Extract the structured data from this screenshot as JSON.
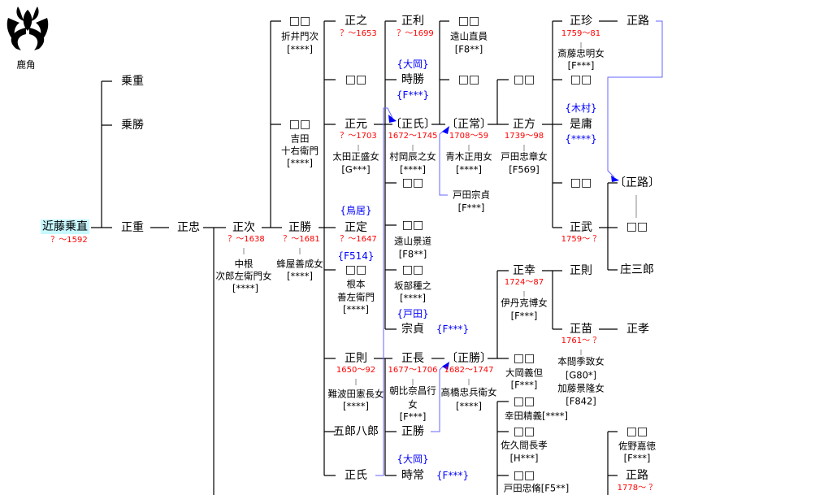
{
  "crest": {
    "label": "鹿角"
  },
  "colors": {
    "date": "#ff0000",
    "note": "#0000ff",
    "link": "#6666ff",
    "root_bg": "#c8f8ff"
  },
  "people": {
    "root": {
      "name": "近藤乗直",
      "dates": "？～1592"
    },
    "norishige": {
      "name": "乗重"
    },
    "norikatsu": {
      "name": "乗勝"
    },
    "masashige": {
      "name": "正重"
    },
    "masatada": {
      "name": "正忠"
    },
    "masatsugu": {
      "name": "正次",
      "dates": "？～1638",
      "spouse": [
        "中根",
        "次郎左衛門女",
        "[****]"
      ]
    },
    "unknown_orii": {
      "name": "□□",
      "spouse": [
        "折井門次",
        "[****]"
      ]
    },
    "unknown_yoshida": {
      "name": "□□",
      "spouse": [
        "吉田",
        "十右衛門",
        "[****]"
      ]
    },
    "masakatsu": {
      "name": "正勝",
      "dates": "？～1681",
      "spouse": [
        "蜂屋善成女",
        "[****]"
      ]
    },
    "masayuki": {
      "name": "正之",
      "dates": "？～1653"
    },
    "unknown_c3": {
      "name": "□□"
    },
    "masamoto": {
      "name": "正元",
      "dates": "？～1703",
      "spouse": [
        "太田正盛女",
        "[G***]"
      ]
    },
    "masasada": {
      "name": "正定",
      "note": "{鳥居}",
      "dates": "？～1647"
    },
    "unknown_nemoto": {
      "name": "□□",
      "note": "{F514}",
      "spouse": [
        "根本",
        "善左衛門",
        "[****]"
      ]
    },
    "masanori": {
      "name": "正則",
      "dates": "1650～92",
      "spouse": [
        "難波田憲長女",
        "[****]"
      ]
    },
    "gorohachiro": {
      "name": "五郎八郎"
    },
    "masauji_b": {
      "name": "正氏"
    },
    "masatoshi": {
      "name": "正利",
      "dates": "？～1699"
    },
    "tokikatsu": {
      "name": "時勝",
      "note": "{大岡}",
      "code": "{F***}"
    },
    "masauji": {
      "name": "〔正氏〕",
      "dates": "1672～1745",
      "spouse": [
        "村岡辰之女",
        "[****]"
      ]
    },
    "unknown_c4a": {
      "name": "□□"
    },
    "unknown_tooyama": {
      "name": "□□",
      "spouse": [
        "遠山景道",
        "[F8**]"
      ]
    },
    "unknown_sakabe": {
      "name": "□□",
      "spouse": [
        "坂部種之",
        "[****]"
      ]
    },
    "munesada": {
      "name": "宗貞",
      "note": "{戸田}",
      "code": "{F***}"
    },
    "masanaga": {
      "name": "正長",
      "dates": "1677～1706",
      "spouse": [
        "朝比奈昌行",
        "女",
        "[F***]"
      ]
    },
    "masakatsu_b": {
      "name": "正勝"
    },
    "tokitsune": {
      "name": "時常",
      "note": "{大岡}",
      "code": "{F***}"
    },
    "unknown_tooyama2": {
      "name": "□□",
      "spouse": [
        "遠山直員",
        "[F8**]"
      ]
    },
    "unknown_c5a": {
      "name": "□□"
    },
    "masatsune": {
      "name": "〔正常〕",
      "dates": "1708～59",
      "spouse": [
        "青木正用女",
        "[****]"
      ]
    },
    "toda_munesada": {
      "name": "戸田宗貞",
      "code": "[F***]"
    },
    "masakatsu_c": {
      "name": "〔正勝〕",
      "dates": "1682～1747",
      "spouse": [
        "高橋忠兵衛女",
        "[****]"
      ]
    },
    "unknown_c6a": {
      "name": "□□"
    },
    "masakata": {
      "name": "正方",
      "dates": "1739～98",
      "spouse": [
        "戸田忠章女",
        "[F569]"
      ]
    },
    "masayuki_b": {
      "name": "正幸",
      "dates": "1724～87",
      "spouse": [
        "伊丹克博女",
        "[F***]"
      ]
    },
    "unknown_ooka": {
      "name": "□□",
      "spouse": [
        "大岡義但",
        "[F***]"
      ]
    },
    "unknown_koda": {
      "name": "□□",
      "spouse": [
        "幸田精義[****]"
      ]
    },
    "unknown_sakuma": {
      "name": "□□",
      "spouse": [
        "佐久間長孝",
        "[H***]"
      ]
    },
    "unknown_toda": {
      "name": "□□",
      "spouse": [
        "戸田忠脩[F5**]"
      ]
    },
    "masayoshi": {
      "name": "正珍",
      "dates": "1759～81",
      "spouse": [
        "斎藤忠明女",
        "[F***]"
      ]
    },
    "unknown_c7a": {
      "name": "□□"
    },
    "koretsune": {
      "name": "是庸",
      "note": "{木村}",
      "code": "{****}"
    },
    "unknown_c7b": {
      "name": "□□"
    },
    "masatake": {
      "name": "正武",
      "dates": "1759～ ？"
    },
    "masanori_b": {
      "name": "正則"
    },
    "masanae": {
      "name": "正苗",
      "dates": "1761～ ？",
      "spouse": [
        "本間季致女",
        "[G80*]",
        "加藤景隆女",
        "[F842]"
      ]
    },
    "masamichi": {
      "name": "正路"
    },
    "masamichi_b": {
      "name": "〔正路〕"
    },
    "unknown_c8a": {
      "name": "□□"
    },
    "shozaburo": {
      "name": "庄三郎"
    },
    "masataka": {
      "name": "正孝"
    },
    "unknown_sano": {
      "name": "□□",
      "spouse": [
        "佐野嘉徳",
        "[F***]"
      ]
    },
    "masamichi_c": {
      "name": "正路",
      "dates": "1778～ ？"
    }
  }
}
